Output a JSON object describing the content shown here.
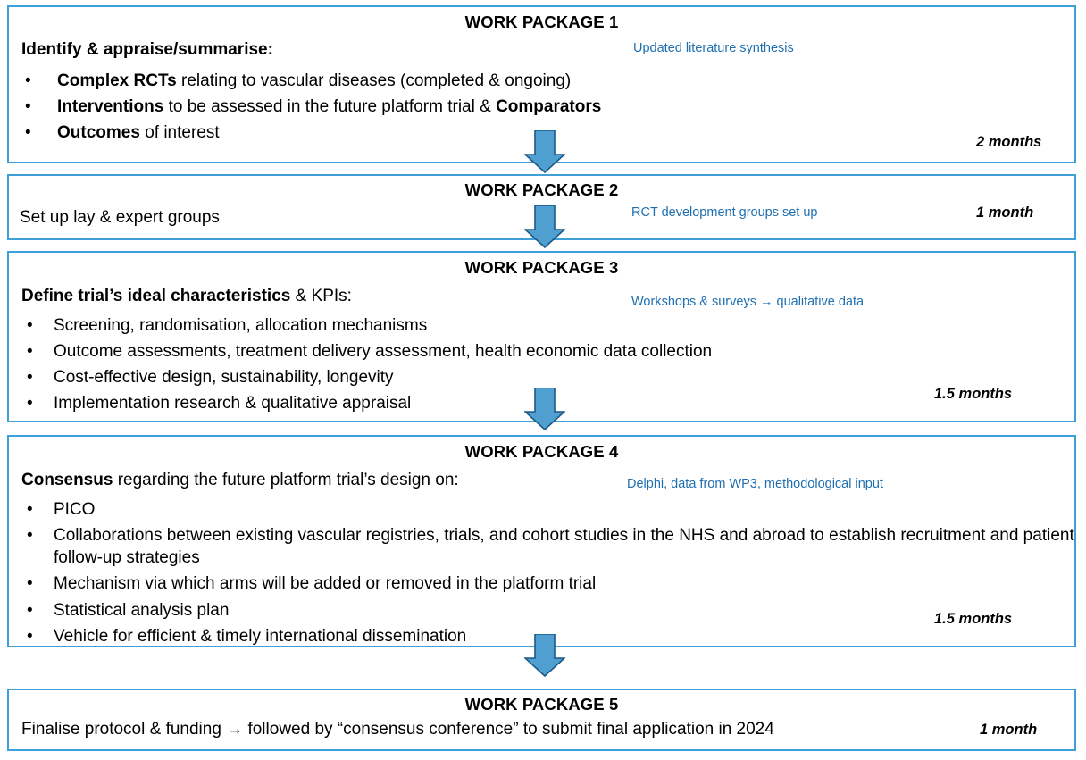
{
  "diagram": {
    "title": "Work Package Flow",
    "accent_border_color": "#3f9fd8",
    "note_color": "#1f6fb0",
    "arrow_fill_color": "#4f9fd0",
    "arrow_stroke_color": "#1b5a87"
  },
  "work_packages": [
    {
      "id": "wp1",
      "title": "WORK PACKAGE 1",
      "lead": "Identify & appraise/summarise:",
      "lead_bold": true,
      "note": "Updated literature synthesis",
      "duration": "2 months",
      "bullet_glyph": "•",
      "bullets": [
        {
          "bold": "Complex RCTs",
          "rest": " relating to vascular diseases (completed & ongoing)"
        },
        {
          "bold": "Interventions",
          "rest": " to be assessed in the future platform trial & ",
          "bold2": "Comparators"
        },
        {
          "bold": "Outcomes",
          "rest": " of interest"
        }
      ]
    },
    {
      "id": "wp2",
      "title": "WORK PACKAGE 2",
      "lead": "Set up lay & expert groups",
      "lead_bold": false,
      "note": "RCT development groups set up",
      "duration": "1 month",
      "bullet_glyph": "•",
      "bullets": []
    },
    {
      "id": "wp3",
      "title": "WORK PACKAGE 3",
      "lead_bold_part": "Define trial’s ideal characteristics",
      "lead_rest": " & KPIs:",
      "note": "Workshops & surveys → qualitative data",
      "duration": "1.5 months",
      "bullet_glyph": "•",
      "bullets": [
        {
          "rest": "Screening, randomisation, allocation mechanisms"
        },
        {
          "rest": "Outcome assessments, treatment delivery assessment, health economic data collection"
        },
        {
          "rest": "Cost-effective design, sustainability, longevity"
        },
        {
          "rest": "Implementation research & qualitative appraisal"
        }
      ]
    },
    {
      "id": "wp4",
      "title": "WORK PACKAGE 4",
      "lead_bold_part": "Consensus",
      "lead_rest": " regarding the future platform trial’s design on:",
      "note": "Delphi, data from WP3, methodological input",
      "duration": "1.5 months",
      "bullet_glyph": "•",
      "bullets": [
        {
          "rest": "PICO"
        },
        {
          "rest": "Collaborations between existing vascular registries, trials, and cohort studies in the NHS and abroad to establish recruitment and patient follow-up strategies"
        },
        {
          "rest": "Mechanism via which arms will be added or removed in the platform trial"
        },
        {
          "rest": "Statistical analysis plan"
        },
        {
          "rest": "Vehicle for efficient & timely international dissemination"
        }
      ]
    },
    {
      "id": "wp5",
      "title": "WORK PACKAGE 5",
      "lead": "Finalise protocol & funding → followed by “consensus conference” to submit final application in 2024",
      "lead_bold": false,
      "note": "",
      "duration": "1 month",
      "bullet_glyph": "•",
      "bullets": []
    }
  ],
  "arrows": [
    {
      "name": "arrow-wp1-to-wp2",
      "from": "WORK PACKAGE 1",
      "to": "WORK PACKAGE 2"
    },
    {
      "name": "arrow-wp2-to-wp3",
      "from": "WORK PACKAGE 2",
      "to": "WORK PACKAGE 3"
    },
    {
      "name": "arrow-wp3-to-wp4",
      "from": "WORK PACKAGE 3",
      "to": "WORK PACKAGE 4"
    },
    {
      "name": "arrow-wp4-to-wp5",
      "from": "WORK PACKAGE 4",
      "to": "WORK PACKAGE 5"
    }
  ]
}
